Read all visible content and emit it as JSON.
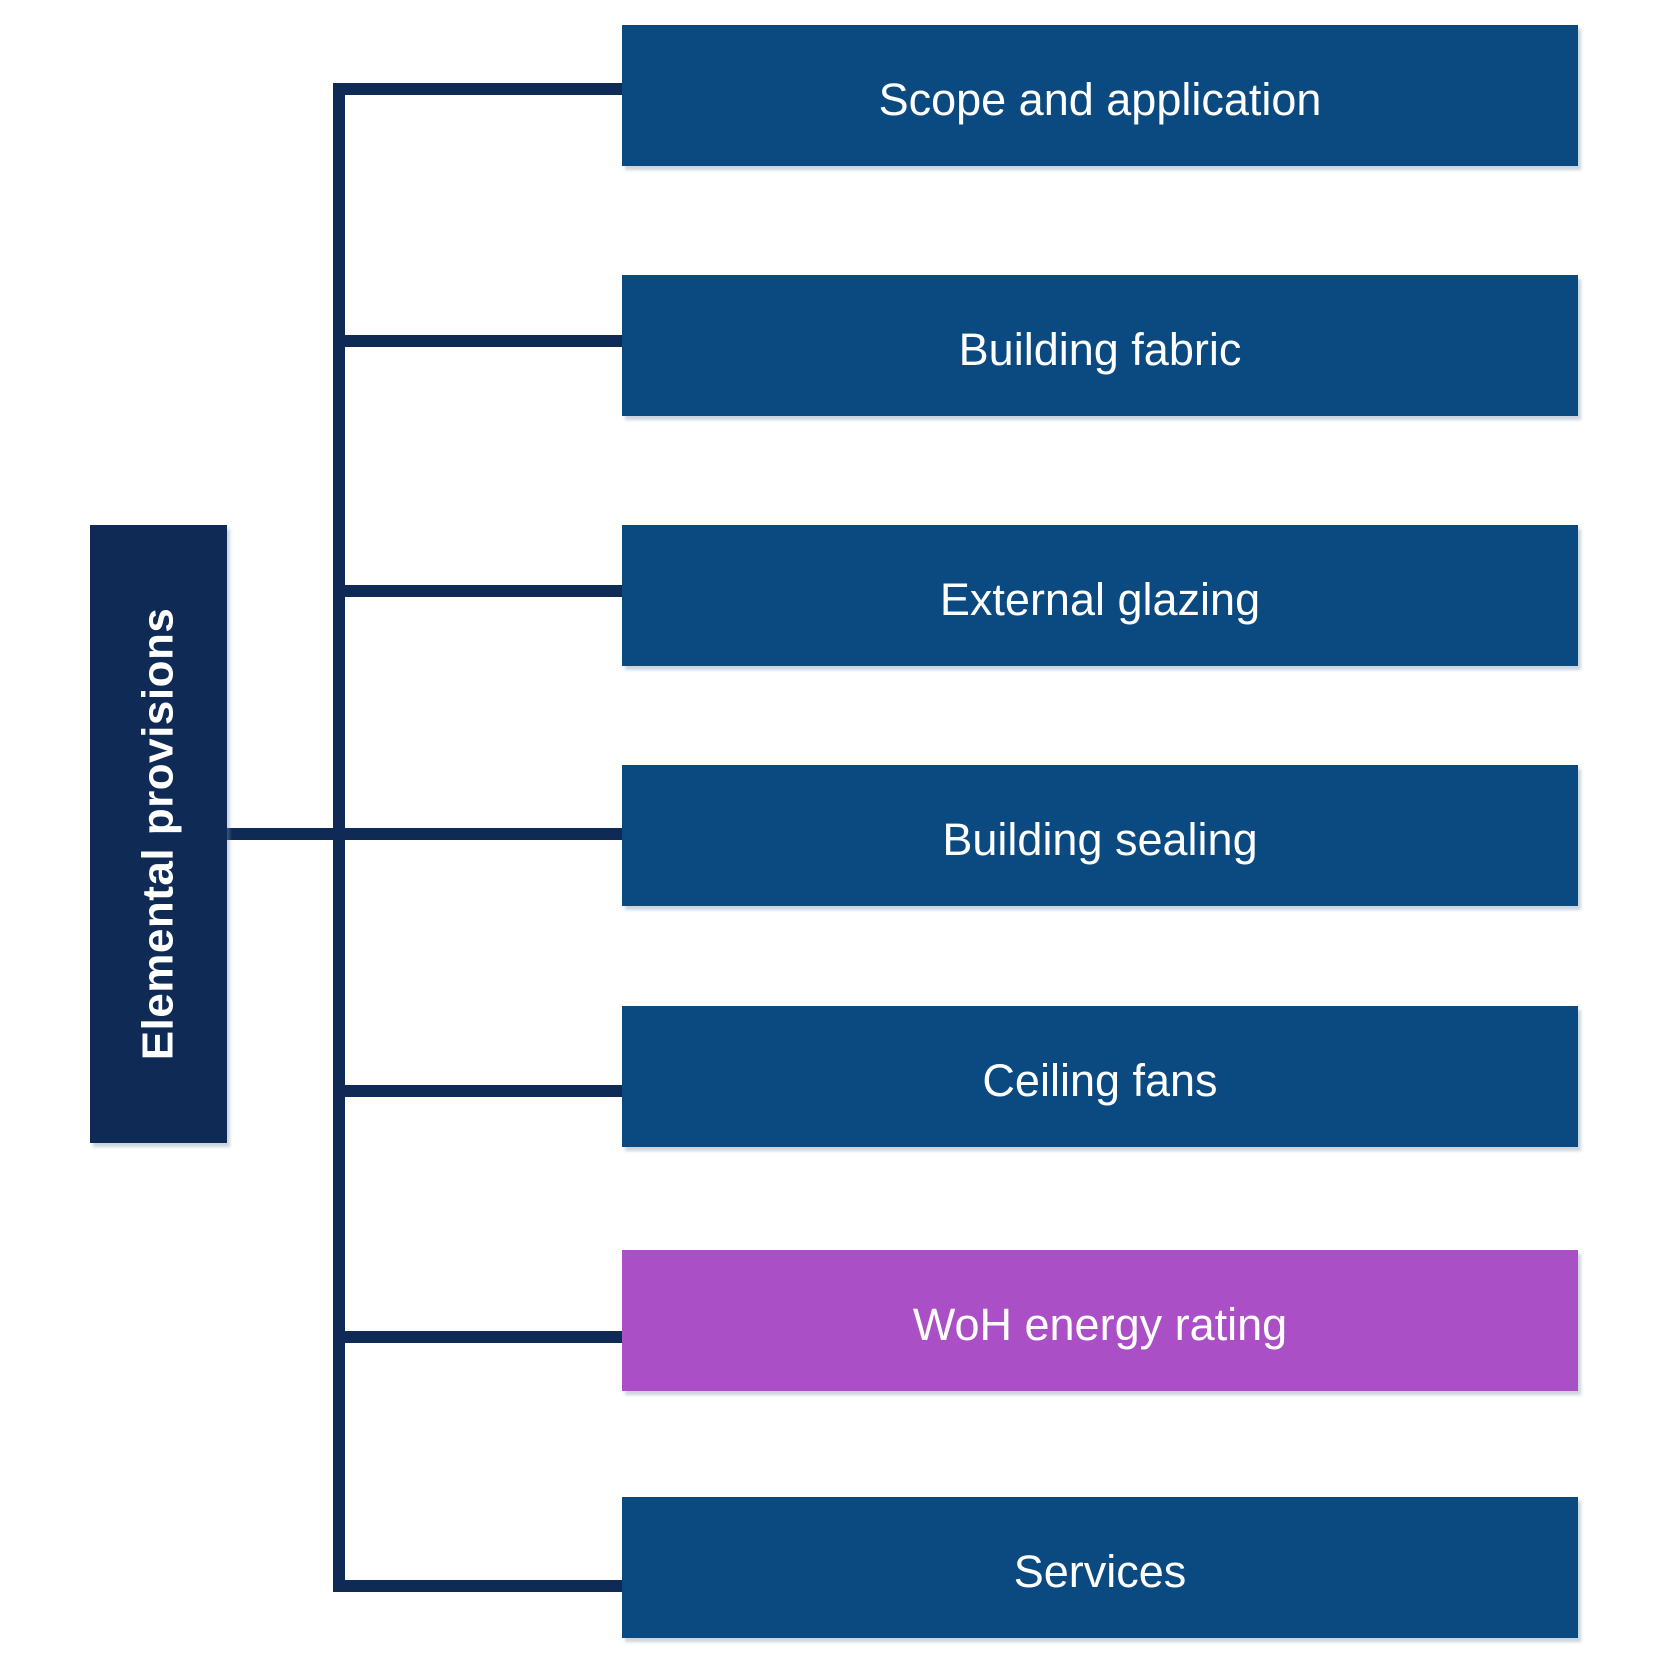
{
  "diagram": {
    "root_label": "Elemental provisions",
    "nodes": [
      {
        "label": "Scope and application",
        "variant": "blue"
      },
      {
        "label": "Building fabric",
        "variant": "blue"
      },
      {
        "label": "External glazing",
        "variant": "blue"
      },
      {
        "label": "Building sealing",
        "variant": "blue"
      },
      {
        "label": "Ceiling fans",
        "variant": "blue"
      },
      {
        "label": "WoH energy rating",
        "variant": "purple"
      },
      {
        "label": "Services",
        "variant": "blue"
      }
    ],
    "colors": {
      "navy": "#0e2a55",
      "blue": "#0b4a81",
      "purple": "#ab4fc6",
      "text": "#ffffff"
    }
  }
}
